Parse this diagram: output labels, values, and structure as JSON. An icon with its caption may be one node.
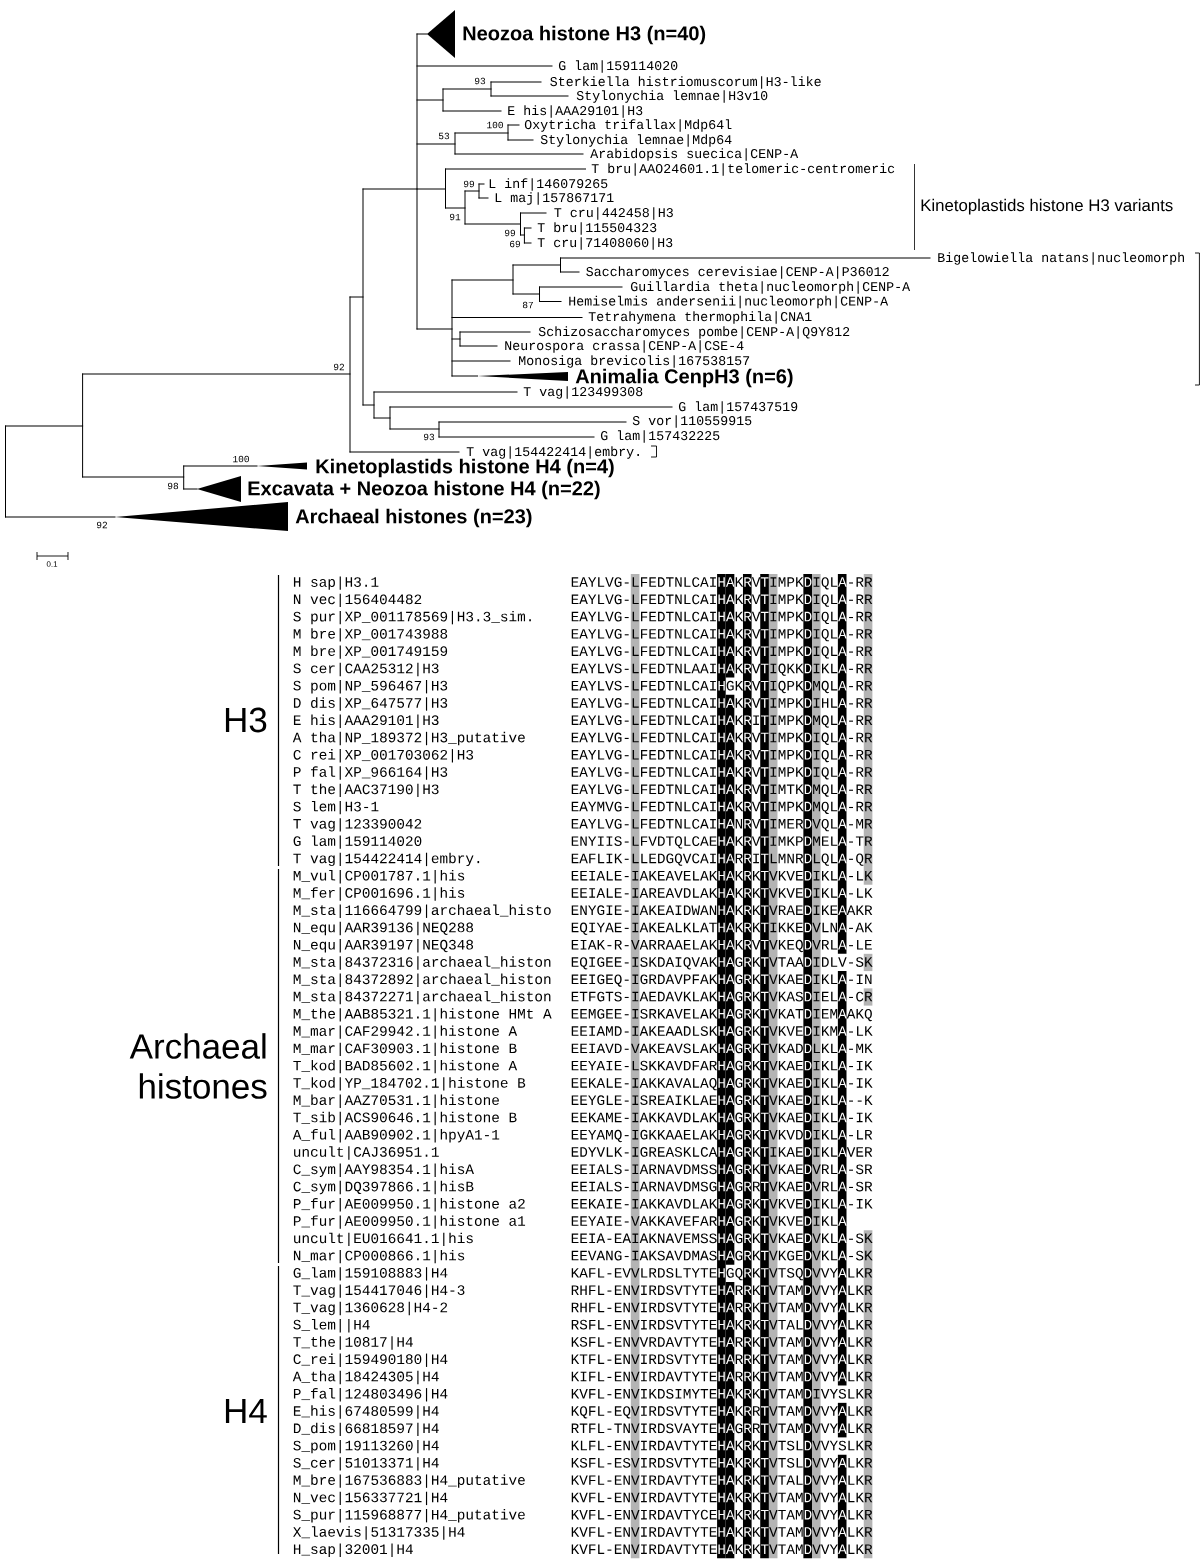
{
  "diagram": {
    "labels": [
      "Neozoa histone H3 (n=40)",
      "G lam|159114020",
      "93",
      "Sterkiella histriomuscorum|H3-like",
      "Stylonychia lemnae|H3v10",
      "E his|AAA29101|H3",
      "100",
      "Oxytricha trifallax|Mdp64l",
      "53",
      "Stylonychia lemnae|Mdp64",
      "Arabidopsis suecica|CENP-A",
      "T bru|AAO24601.1|telomeric-centromeric",
      "99",
      "L inf|146079265",
      "L maj|157867171",
      "Kinetoplastids histone H3 variants",
      "91",
      "T cru|442458|H3",
      "99",
      "T bru|115504323",
      "69",
      "T cru|71408060|H3",
      "Bigelowiella natans|nucleomorph",
      "Saccharomyces cerevisiae|CENP-A|P36012",
      "Guillardia theta|nucleomorph|CENP-A",
      "87",
      "Hemiselmis andersenii|nucleomorph|CENP-A",
      "Tetrahymena thermophila|CNA1",
      "Schizosaccharomyces pombe|CENP-A|Q9Y812",
      "Neurospora crassa|CENP-A|CSE-4",
      "Monosiga brevicolis|167538157",
      "92",
      "Animalia CenpH3 (n=6)",
      "T vag|123499308",
      "G lam|157437519",
      "S vor|110559915",
      "93",
      "G lam|157432225",
      "T vag|154422414|embry.",
      "100",
      "Kinetoplastids histone H4 (n=4)",
      "98",
      "Excavata + Neozoa histone H4 (n=22)",
      "Archaeal histones (n=23)",
      "92",
      "0.1",
      "H3",
      "H sap|H3.1",
      "EAYLVG-LFEDTNLCAIHAKRVTIMPKDIQLA-RR",
      "N vec|156404482",
      "EAYLVG-LFEDTNLCAIHAKRVTIMPKDIQLA-RR",
      "S pur|XP_001178569|H3.3_sim.",
      "EAYLVG-LFEDTNLCAIHAKRVTIMPKDIQLA-RR",
      "M bre|XP_001743988",
      "EAYLVG-LFEDTNLCAIHAKRVTIMPKDIQLA-RR",
      "M bre|XP_001749159",
      "EAYLVG-LFEDTNLCAIHAKRVTIMPKDIQLA-RR",
      "S cer|CAA25312|H3",
      "EAYLVS-LFEDTNLAAIHAKRVTIQKKDIKLA-RR",
      "S pom|NP_596467|H3",
      "EAYLVS-LFEDTNLCAIHGKRVTIQPKDMQLA-RR",
      "D dis|XP_647577|H3",
      "EAYLVG-LFEDTNLCAIHAKRVTIMPKDIHLA-RR",
      "E his|AAA29101|H3",
      "EAYLVG-LFEDTNLCAIHAKRITIMPKDMQLA-RR",
      "A tha|NP_189372|H3_putative",
      "EAYLVG-LFEDTNLCAIHAKRVTIMPKDIQLA-RR",
      "C rei|XP_001703062|H3",
      "EAYLVG-LFEDTNLCAIHAKRVTIMPKDIQLA-RR",
      "P fal|XP_966164|H3",
      "EAYLVG-LFEDTNLCAIHAKRVTIMPKDIQLA-RR",
      "T the|AAC37190|H3",
      "EAYLVG-LFEDTNLCAIHAKRVTIMTKDMQLA-RR",
      "S lem|H3-1",
      "EAYMVG-LFEDTNLCAIHAKRVTIMPKDMQLA-RR",
      "T vag|123390042",
      "EAYLVG-LFEDTNLCAIHANRVTIMERDVQLA-MR",
      "G lam|159114020",
      "ENYIIS-LFVDTQLCAEHAKRVTIMKPDMELA-TR",
      "T vag|154422414|embry.",
      "EAFLIK-LLEDGQVCAIHARRITLMNRDLQLA-QR",
      "Archaeal histones",
      "M_vul|CP001787.1|his",
      "EEIALE-IAKEAVELAKHAKRKTVKVEDIKLA-LK",
      "M_fer|CP001696.1|his",
      "EEIALE-IAREAVDLAKHAKRKTVKVEDIKLA-LK",
      "M_sta|116664799|archaeal_histo",
      "ENYGIE-IAKEAIDWANHAKRKTVRAEDIKEAAKR",
      "N_equ|AAR39136|NEQ288",
      "EQIYAE-IAKEALKLATHAKRKTIKKEDVLNA-AK",
      "N_equ|AAR39197|NEQ348",
      "EIAK-R-VARRAAELAKHAKRVTVKEQDVRLA-LE",
      "M_sta|84372316|archaeal_histon",
      "EQIGEE-ISKDAIQVAKHAGRKTVTAADIDLV-SK",
      "M_sta|84372892|archaeal_histon",
      "EEIGEQ-IGRDAVPFAKHAGRKTVKAEDIKLA-IN",
      "M_sta|84372271|archaeal_histon",
      "ETFGTS-IAEDAVKLAKHAGRKTVKASDIELA-CR",
      "M_the|AAB85321.1|histone HMt A",
      "EEMGEE-ISRKAVELAKHAGRKTVKATDIEMAAKQ",
      "M_mar|CAF29942.1|histone A",
      "EEIAMD-IAKEAADLSKHAGRKTVKVEDIKMA-LK",
      "M_mar|CAF30903.1|histone B",
      "EEIAVD-VAKEAVSLAKHAGRKTVKADDLKLA-MK",
      "T_kod|BAD85602.1|histone A",
      "EEYAIE-LSKKAVDFARHAGRKTVKAEDIKLA-IK",
      "T_kod|YP_184702.1|histone B",
      "EEKALE-IAKKAVALAQHAGRKTVKAEDIKLA-IK",
      "M_bar|AAZ70531.1|histone",
      "EEYGLE-ISREAIKLAEHAGRKTVKAEDIKLA--K",
      "T_sib|ACS90646.1|histone B",
      "EEKAME-IAKKAVDLAKHAGRKTVKAEDIKLA-IK",
      "A_ful|AAB90902.1|hpyA1-1",
      "EEYAMQ-IGKKAAELAKHAGRKTVKVDDIKLA-LR",
      "uncult|CAJ36951.1",
      "EDYVLK-IGREASKLCAHAGRKTIKAEDIKLAVER",
      "C_sym|AAY98354.1|hisA",
      "EEIALS-IARNAVDMSSHAGRKTVKAEDVRLA-SR",
      "C_sym|DQ397866.1|hisB",
      "EEIALS-IARNAVDMSGHAGRRTVKAEDVRLA-SR",
      "P_fur|AE009950.1|histone a2",
      "EEKAIE-IAKKAVDLAKHAGRKTVKVEDIKLA-IK",
      "P_fur|AE009950.1|histone a1",
      "EEYAIE-VAKKAVEFARHAGRKTVKVEDIKLA",
      "uncult|EU016641.1|his",
      "EEIA-EAIAKNAVEMSSHAGRKTVKAEDVKLA-SK",
      "N_mar|CP000866.1|his",
      "EEVANG-IAKSAVDMASHAGRKTVKGEDVKLA-SK",
      "H4",
      "G_lam|159108883|H4",
      "KAFL-EVVLRDSLTYTEHGQRKTVTSQDVVYALKR",
      "T_vag|154417046|H4-3",
      "RHFL-ENVIRDSVTYTEHARRKTVTAMDVVYALKR",
      "T_vag|1360628|H4-2",
      "RHFL-ENVIRDSVTYTEHARRKTVTAMDVVYALKR",
      "S_lem||H4",
      "RSFL-ENVIRDSVTYTEHAKRKTVTALDVVYALKR",
      "T_the|10817|H4",
      "KSFL-ENVVRDAVTYTEHARRKTVTAMDVVYALKR",
      "C_rei|159490180|H4",
      "KTFL-ENVIRDSVTYTEHARRKTVTAMDVVYALKR",
      "A_tha|18424305|H4",
      "KIFL-ENVIRDAVTYTEHARRKTVTAMDVVYALKR",
      "P_fal|124803496|H4",
      "KVFL-ENVIKDSIMYTEHAKRKTVTAMDIVYSLKR",
      "E_his|67480599|H4",
      "KQFL-EQVIRDSVTYTEHAKRRTVTAMDVVYALKR",
      "D_dis|66818597|H4",
      "RTFL-TNVIRDSVAYTEHAGRRTVTAMDVVYALKR",
      "S_pom|19113260|H4",
      "KLFL-ENVIRDAVTYTEHAKRKTVTSLDVVYSLKR",
      "S_cer|51013371|H4",
      "KSFL-ESVIRDSVTYTEHAKRKTVTSLDVVYALKR",
      "M_bre|167536883|H4_putative",
      "KVFL-ENVIRDAVTYTEHAKRKTVTALDVVYALKR",
      "N_vec|156337721|H4",
      "KVFL-ENVIRDAVTYTEHAKRKTVTAMDVVYALKR",
      "S_pur|115968877|H4_putative",
      "KVFL-ENVIRDAVTYCEHAKRKTVTAMDVVYALKR",
      "X_laevis|51317335|H4",
      "KVFL-ENVIRDAVTYTEHAKRKTVTAMDVVYALKR",
      "H_sap|32001|H4",
      "KVFL-ENVIRDAVTYTEHAKRKTVTAMDVVYALKR"
    ]
  }
}
